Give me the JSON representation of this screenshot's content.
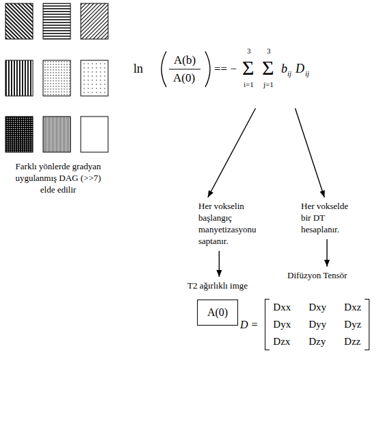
{
  "diagram": {
    "nodes": [
      {
        "text": [
          "ln",
          "A(b)",
          "A(0)",
          "== −",
          "3",
          "Σ",
          "i=1",
          "3",
          "Σ",
          "j=1",
          "b",
          "ij",
          "D",
          "ij"
        ]
      },
      {
        "text": [
          "Her vokselin başlangıç manyetizasyonu saptanır."
        ]
      },
      {
        "text": [
          "Her vokselde bir DT hesaplanır."
        ]
      },
      {
        "text": [
          "T2 ağırlıklı imge",
          "A(0)"
        ]
      },
      {
        "text": [
          "Difüzyon Tensör",
          "D =",
          "Dxx",
          "Dxy",
          "Dxz",
          "Dyx",
          "Dyy",
          "Dyz",
          "Dzx",
          "Dzy",
          "Dzz"
        ]
      }
    ],
    "edges": [
      {
        "from": 0,
        "to": 1,
        "arrow": "to"
      },
      {
        "from": 0,
        "to": 2,
        "arrow": "to"
      },
      {
        "from": 1,
        "to": 3,
        "arrow": "to"
      },
      {
        "from": 2,
        "to": 4,
        "arrow": "to"
      }
    ],
    "labels": [
      "Farklı yönlerde gradyan uygulanmış DAG (>>7) elde edilir"
    ]
  }
}
